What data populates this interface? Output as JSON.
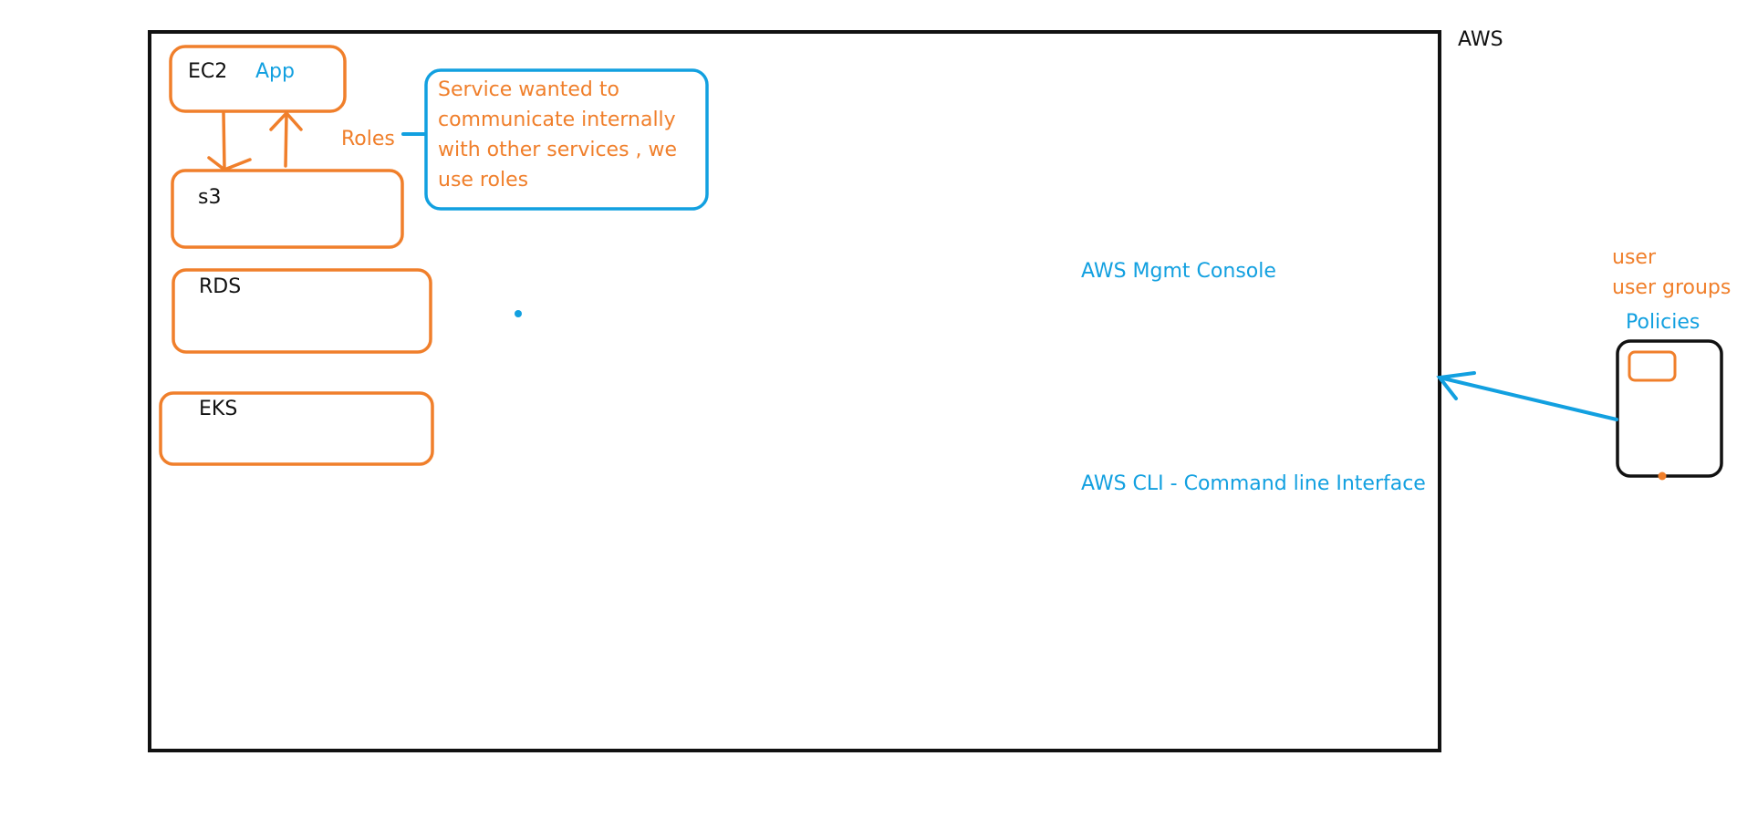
{
  "colors": {
    "orange": "#f07f2b",
    "blue": "#12a0e0",
    "black": "#111111"
  },
  "diagram": {
    "container_label": "AWS",
    "services": {
      "ec2": "EC2",
      "app": "App",
      "s3": "s3",
      "rds": "RDS",
      "eks": "EKS"
    },
    "roles_label": "Roles",
    "roles_note": {
      "line1": "Service wanted to",
      "line2": "communicate internally",
      "line3": "with other services , we",
      "line4": "use roles"
    },
    "mgmt_console": "AWS Mgmt Console",
    "cli": "AWS CLI - Command line Interface",
    "user_side": {
      "user": "user",
      "user_groups": "user groups",
      "policies": "Policies"
    },
    "icons": [
      "phone-icon",
      "arrow-icon"
    ]
  }
}
